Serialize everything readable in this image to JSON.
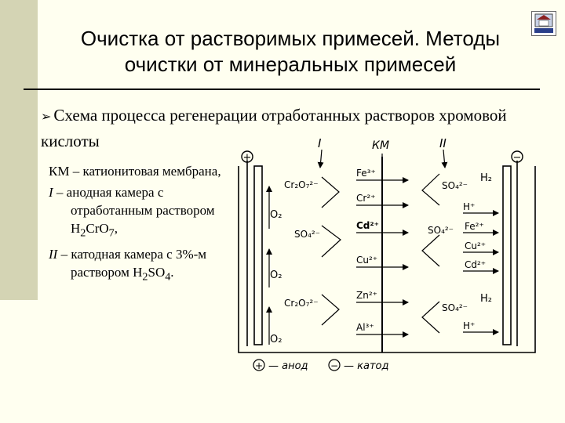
{
  "slide": {
    "title_line1": "Очистка от растворимых примесей. Методы",
    "title_line2": "очистки от минеральных примесей",
    "bullet_text": "Схема процесса регенерации отработанных растворов хромовой кислоты"
  },
  "legend": {
    "km_label": "КМ",
    "km_desc": " – катионитовая мембрана,",
    "anode_label": "I",
    "anode_desc_1": " – анодная камера с отработанным раствором H",
    "anode_desc_2": "CrO",
    "anode_desc_3": ",",
    "cathode_label": "II",
    "cathode_desc_1": " – катодная камера с 3%-м раствором H",
    "cathode_desc_2": "SO",
    "cathode_desc_3": ".",
    "sub2": "2",
    "sub4": "4",
    "sub7": "7"
  },
  "diagram": {
    "label_I": "I",
    "label_II": "II",
    "label_KM": "КМ",
    "plus": "+",
    "minus": "−",
    "bottom_anod": "— анод",
    "bottom_katod": "— катод",
    "anode_species": [
      "O₂",
      "O₂",
      "O₂"
    ],
    "anion_left": [
      "Cr₂O₇²⁻",
      "SO₄²⁻",
      "Cr₂O₇²⁻"
    ],
    "membrane_cations": [
      "Fe³⁺",
      "Cr²⁺",
      "Cd²⁺",
      "Cu²⁺",
      "Zn²⁺",
      "Al³⁺"
    ],
    "anion_right": [
      "SO₄²⁻",
      "SO₄²⁻",
      "SO₄²⁻"
    ],
    "cathode_species": [
      "H₂",
      "H⁺",
      "Fe²⁺",
      "Cu²⁺",
      "Cd²⁺",
      "H₂",
      "H⁺"
    ]
  }
}
